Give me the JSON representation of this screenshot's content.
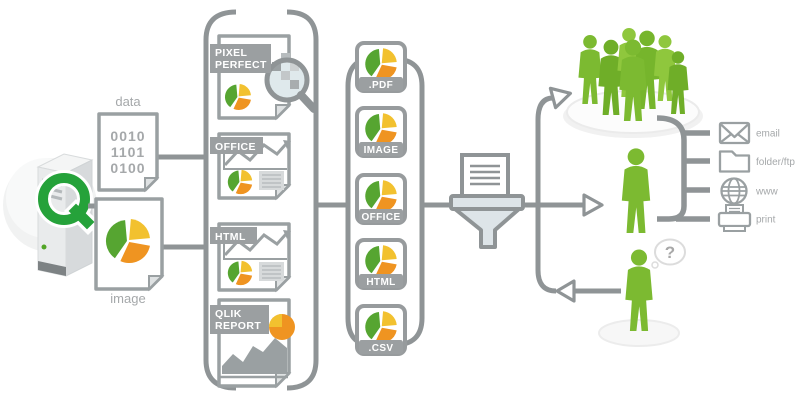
{
  "palette": {
    "line_gray": "#8f9496",
    "doc_border_gray": "#9aa0a2",
    "badge_gray": "#9b9fa1",
    "label_gray": "#a5a8aa",
    "pie_green": "#56a531",
    "pie_yellow": "#f2c12f",
    "pie_orange": "#ef9421",
    "people_green": "#7cba31",
    "qlik_green": "#25a23a",
    "funnel_fill": "#dde4e8"
  },
  "inputs": {
    "source_icon": "qlik-server-icon",
    "data_doc": {
      "label": "data",
      "lines": [
        "0010",
        "1101",
        "0100"
      ]
    },
    "image_doc": {
      "label": "image",
      "icon": "pie-chart-icon"
    }
  },
  "templates": {
    "pixel_perfect": {
      "line1": "PIXEL",
      "line2": "PERFECT",
      "icon": "magnifier-pixels-icon"
    },
    "office": {
      "label": "OFFICE"
    },
    "html": {
      "label": "HTML"
    },
    "qlik_report": {
      "line1": "QLIK",
      "line2": "REPORT"
    }
  },
  "formats": [
    {
      "label": ".PDF"
    },
    {
      "label": "IMAGE"
    },
    {
      "label": "OFFICE"
    },
    {
      "label": "HTML"
    },
    {
      "label": ".CSV"
    }
  ],
  "distribution": {
    "icon": "funnel-printer-icon"
  },
  "recipients": {
    "group": {
      "icon": "people-group-icon"
    },
    "single": {
      "icon": "person-icon"
    },
    "requester": {
      "icon": "person-question-icon",
      "question_mark": "?"
    }
  },
  "channels": [
    {
      "label": "email",
      "icon": "envelope-icon"
    },
    {
      "label": "folder/ftp",
      "icon": "folder-icon"
    },
    {
      "label": "www",
      "icon": "globe-icon"
    },
    {
      "label": "print",
      "icon": "printer-icon"
    }
  ]
}
